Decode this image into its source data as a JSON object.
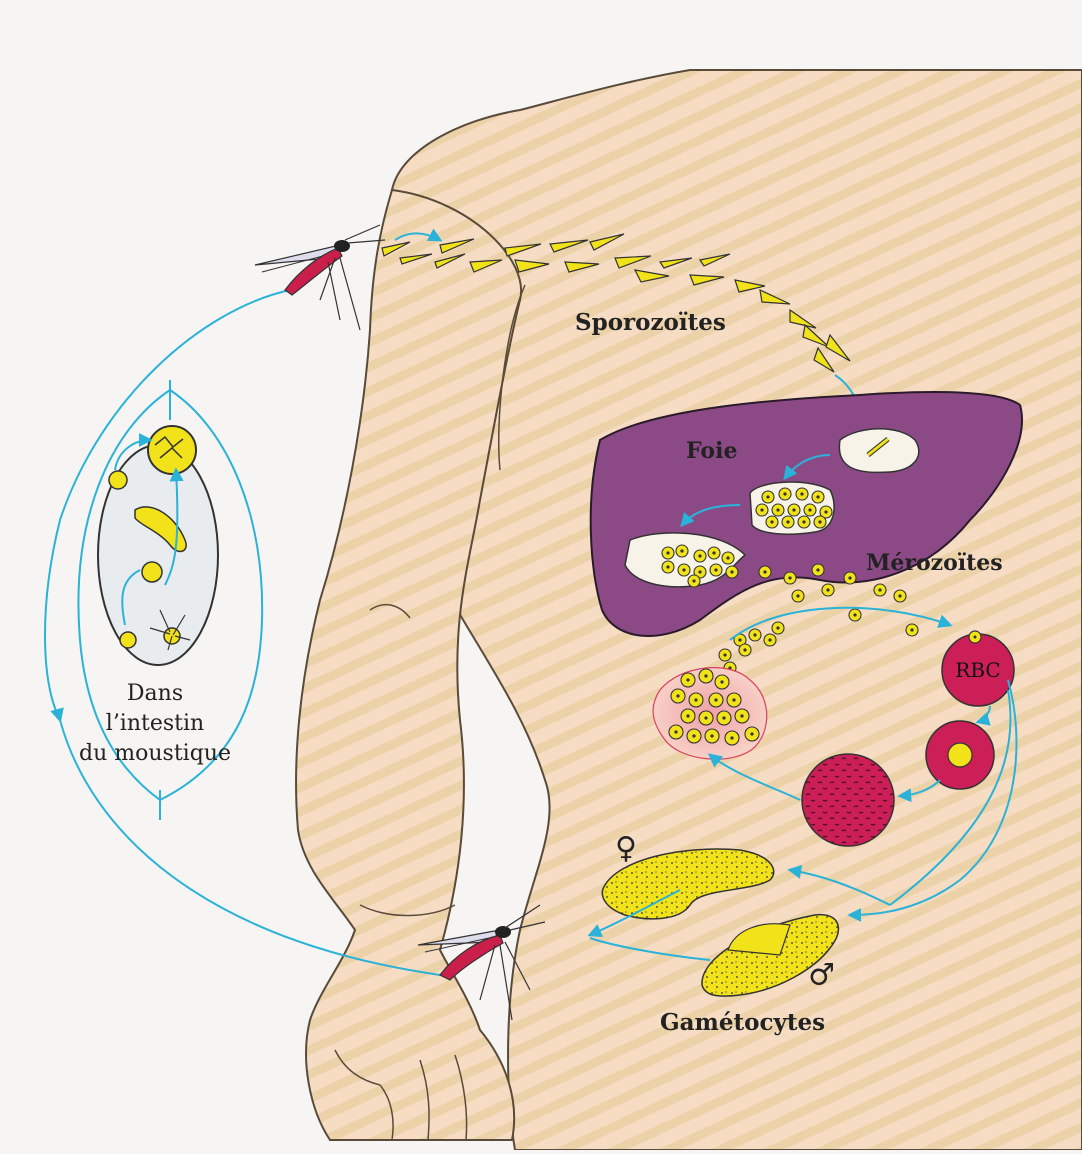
{
  "labels": {
    "sporozoites": "Sporozoïtes",
    "foie": "Foie",
    "merozoites": "Mérozoïtes",
    "rbc": "RBC",
    "gametocytes": "Gamétocytes",
    "intestin_line1": "Dans",
    "intestin_line2": "l’intestin",
    "intestin_line3": "du moustique",
    "female_symbol": "♀",
    "male_symbol": "♂"
  },
  "colors": {
    "background": "#f6f5f3",
    "skin": "#f5dcc2",
    "skin_outline": "#5a4a3a",
    "stripe": "#e9d4a6",
    "parasite_yellow": "#f2e21a",
    "liver": "#8b4a86",
    "rbc_magenta": "#cc1e57",
    "arrow_cyan": "#2ab2d8",
    "text": "#222222"
  }
}
